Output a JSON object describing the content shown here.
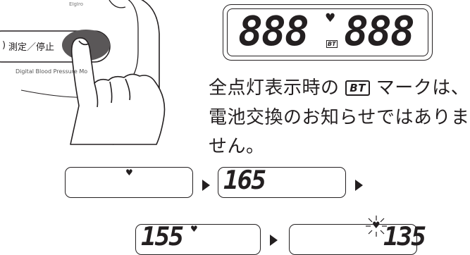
{
  "device": {
    "top_label": "EIgIro",
    "button_label": "測定／停止",
    "button_prefix": ")",
    "brand_text": "Digital Blood Pressure Mo"
  },
  "main_display": {
    "left_digits": "888",
    "right_digits": "888",
    "heart_symbol": "♥",
    "bt_mark": "BT"
  },
  "note": {
    "line1_before": "全点灯表示時の",
    "bt_mark": "BT",
    "line1_after": "マークは、",
    "line2": "電池交換のお知らせではありま",
    "line3": "せん。"
  },
  "sequence": {
    "row1": [
      {
        "digits": "",
        "heart": "♥"
      },
      {
        "digits": "165",
        "heart": ""
      }
    ],
    "row2": [
      {
        "digits": "155",
        "heart": "♥"
      },
      {
        "digits": "135",
        "heart": "♥",
        "blinking": true
      }
    ]
  }
}
